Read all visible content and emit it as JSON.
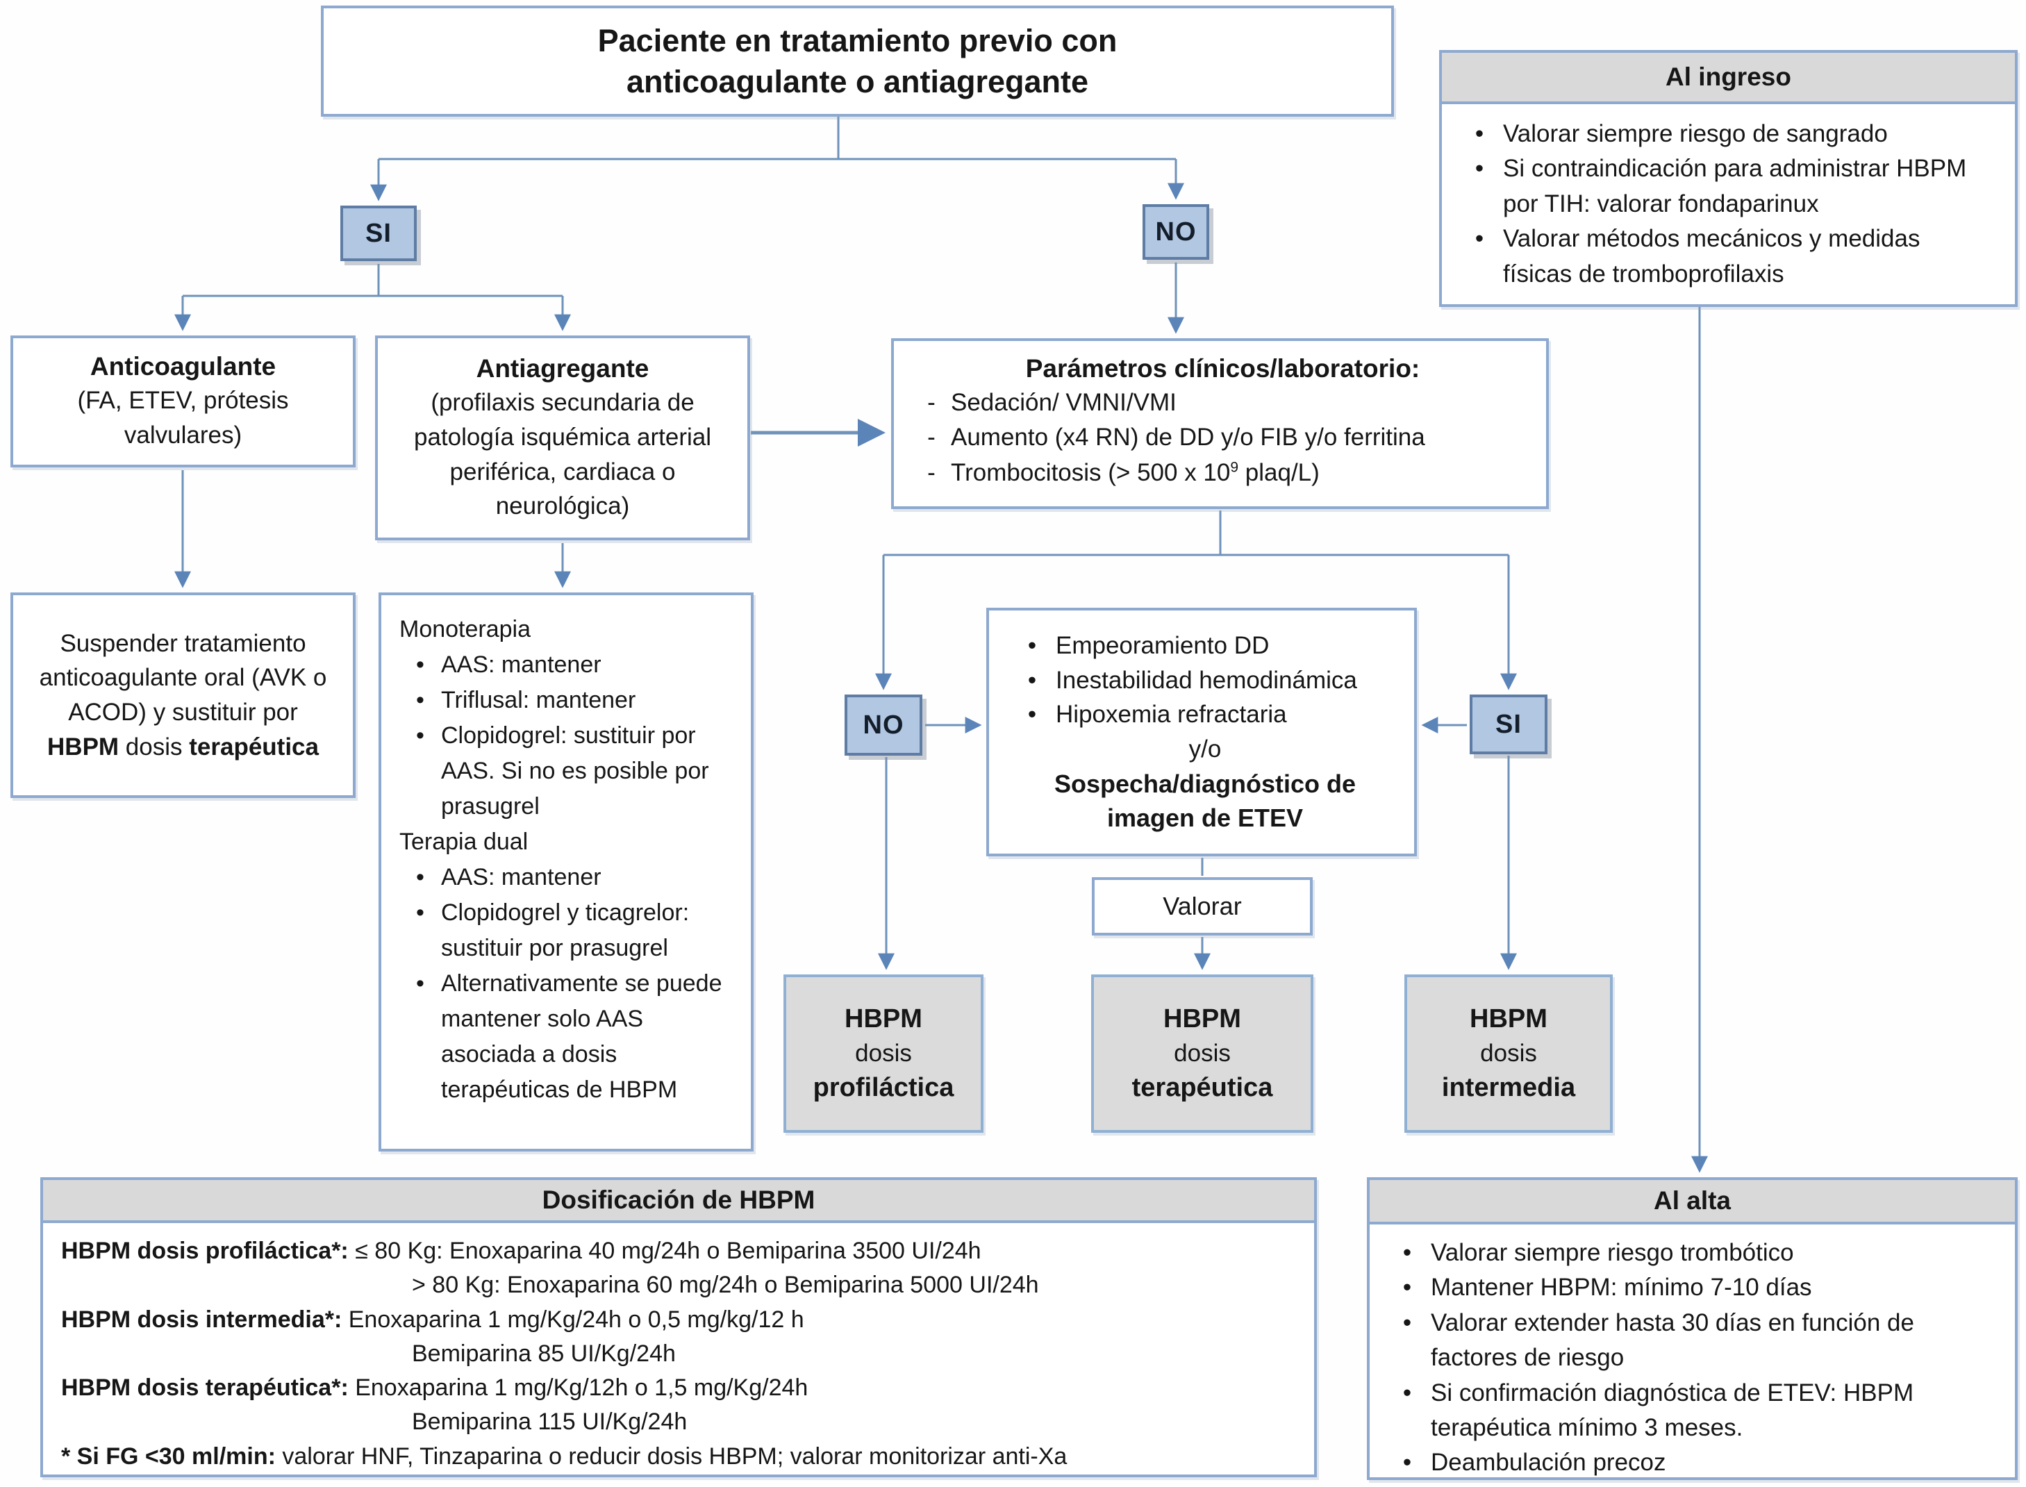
{
  "glyphs": {
    "bullet": "•",
    "dash": "-"
  },
  "title": {
    "text": "Paciente en tratamiento previo con anticoagulante o antiagregante"
  },
  "decisions": {
    "si_top": "SI",
    "no_top": "NO",
    "no_mid": "NO",
    "si_mid": "SI"
  },
  "al_ingreso": {
    "header": "Al ingreso",
    "items": [
      "Valorar siempre riesgo de sangrado",
      "Si contraindicación para administrar HBPM por TIH: valorar fondaparinux",
      "Valorar métodos mecánicos y medidas físicas de tromboprofilaxis"
    ]
  },
  "anticoagulante": {
    "title": "Anticoagulante",
    "subtitle": "(FA, ETEV, prótesis valvulares)"
  },
  "antiagregante": {
    "title": "Antiagregante",
    "subtitle": "(profilaxis secundaria de patología isquémica arterial periférica, cardiaca o neurológica)"
  },
  "parametros": {
    "title": "Parámetros clínicos/laboratorio:",
    "item1": "Sedación/ VMNI/VMI",
    "item2": "Aumento (x4 RN) de DD y/o FIB y/o ferritina",
    "item3_pre": "Trombocitosis (> 500 x 10",
    "item3_sup": "9",
    "item3_post": " plaq/L)"
  },
  "suspender": {
    "p1": "Suspender tratamiento anticoagulante oral (AVK o ACOD) y sustituir por ",
    "p2": "HBPM",
    "p3": " dosis ",
    "p4": "terapéutica"
  },
  "manejo_antiagregante": {
    "heading1": "Monoterapia",
    "items1": [
      "AAS: mantener",
      "Triflusal: mantener",
      "Clopidogrel: sustituir por AAS. Si no es posible por prasugrel"
    ],
    "heading2": "Terapia dual",
    "items2": [
      "AAS: mantener",
      "Clopidogrel y ticagrelor: sustituir por prasugrel",
      "Alternativamente se puede mantener solo AAS asociada a dosis terapéuticas de HBPM"
    ]
  },
  "criterios": {
    "items": [
      "Empeoramiento DD",
      "Inestabilidad hemodinámica",
      "Hipoxemia refractaria"
    ],
    "conector": "y/o",
    "sospecha": "Sospecha/diagnóstico de imagen de ETEV"
  },
  "valorar": {
    "label": "Valorar"
  },
  "outcomes": {
    "profilactica": {
      "l1": "HBPM",
      "l2": "dosis",
      "l3": "profiláctica"
    },
    "terapeutica": {
      "l1": "HBPM",
      "l2": "dosis",
      "l3": "terapéutica"
    },
    "intermedia": {
      "l1": "HBPM",
      "l2": "dosis",
      "l3": "intermedia"
    }
  },
  "dosificacion": {
    "header": "Dosificación de HBPM",
    "rows": [
      {
        "b": "HBPM dosis profiláctica*:",
        "t": " ≤ 80 Kg: Enoxaparina 40 mg/24h o Bemiparina 3500 UI/24h"
      },
      {
        "b": "",
        "t": "> 80 Kg: Enoxaparina 60 mg/24h o Bemiparina 5000 UI/24h"
      },
      {
        "b": "HBPM dosis intermedia*:",
        "t": " Enoxaparina 1 mg/Kg/24h o 0,5 mg/kg/12 h"
      },
      {
        "b": "",
        "t": "Bemiparina 85 UI/Kg/24h"
      },
      {
        "b": "HBPM dosis terapéutica*:",
        "t": " Enoxaparina 1 mg/Kg/12h o 1,5 mg/Kg/24h"
      },
      {
        "b": "",
        "t": "Bemiparina 115 UI/Kg/24h"
      },
      {
        "b": "* Si FG <30 ml/min:",
        "t": " valorar HNF, Tinzaparina o reducir dosis HBPM; valorar monitorizar anti-Xa"
      }
    ]
  },
  "al_alta": {
    "header": "Al alta",
    "items": [
      "Valorar siempre riesgo trombótico",
      "Mantener HBPM: mínimo 7-10 días",
      "Valorar extender hasta 30 días en función de factores de riesgo",
      "Si confirmación diagnóstica de ETEV: HBPM terapéutica mínimo 3 meses.",
      "Deambulación precoz"
    ]
  }
}
